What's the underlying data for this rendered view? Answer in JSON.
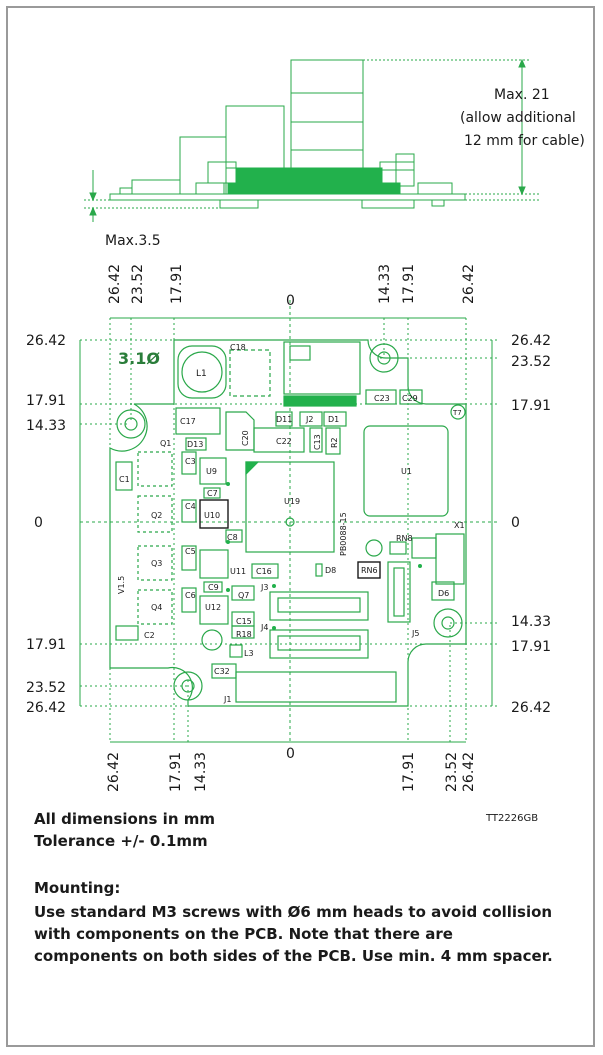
{
  "side_view": {
    "height_label": [
      "Max. 21",
      "(allow additional",
      "12 mm for cable)"
    ],
    "bottom_label": "Max.3.5"
  },
  "top_view": {
    "hole_label": "3.1Ø",
    "dims_top": [
      "26.42",
      "23.52",
      "17.91",
      "0",
      "14.33",
      "17.91",
      "26.42"
    ],
    "dims_bottom": [
      "26.42",
      "17.91",
      "14.33",
      "0",
      "17.91",
      "23.52",
      "26.42"
    ],
    "dims_left": [
      "26.42",
      "17.91",
      "14.33",
      "0",
      "17.91",
      "23.52",
      "26.42"
    ],
    "dims_right": [
      "26.42",
      "23.52",
      "17.91",
      "0",
      "14.33",
      "17.91",
      "26.42"
    ],
    "components": {
      "C18": "C18",
      "L1": "L1",
      "C23": "C23",
      "C29": "C29",
      "T7": "T7",
      "C17": "C17",
      "D11": "D11",
      "J2": "J2",
      "D1": "D1",
      "C20": "C20",
      "C22": "C22",
      "C13": "C13",
      "R2": "R2",
      "U1": "U1",
      "Q1": "Q1",
      "D13": "D13",
      "C3": "C3",
      "U9": "U9",
      "C1": "C1",
      "C7": "C7",
      "Q2": "Q2",
      "C4": "C4",
      "U10": "U10",
      "U19": "U19",
      "PB": "PB0088-15",
      "C8": "C8",
      "RN8": "RN8",
      "X1": "X1",
      "C5": "C5",
      "Q3": "Q3",
      "U11": "U11",
      "C16": "C16",
      "D8": "D8",
      "RN6": "RN6",
      "V15": "V1.5",
      "C9": "C9",
      "J3": "J3",
      "D6": "D6",
      "C6": "C6",
      "Q4": "Q4",
      "Q7": "Q7",
      "U12": "U12",
      "C15": "C15",
      "R18": "R18",
      "J4": "J4",
      "J5": "J5",
      "C2": "C2",
      "L3": "L3",
      "C32": "C32",
      "J1": "J1"
    }
  },
  "doc_id": "TT2226GB",
  "notes": {
    "dims": "All dimensions in mm",
    "tolerance": "Tolerance +/- 0.1mm",
    "mounting_title": "Mounting:",
    "mounting_lines": [
      "Use standard M3 screws with Ø6 mm heads to avoid collision",
      "with components on the PCB. Note that there are",
      "components on both sides of the PCB. Use min. 4 mm spacer."
    ]
  },
  "colors": {
    "pcb_line": "#2aa84a",
    "pcb_fill": "#22b14c",
    "dim_line": "#2aa84a",
    "text": "#1a1a1a",
    "frame": "#9a9a9a"
  }
}
